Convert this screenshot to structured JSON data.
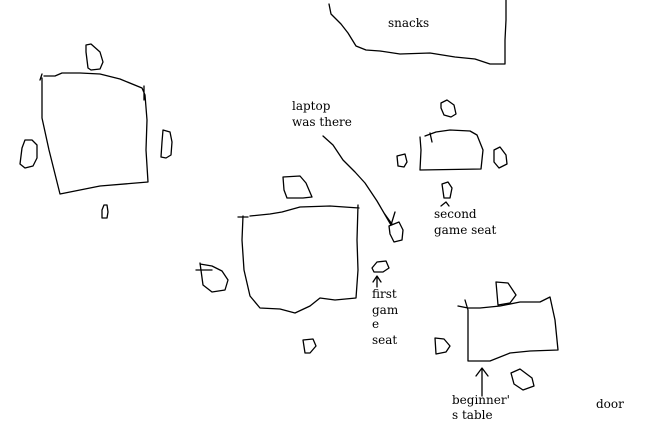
{
  "labels": {
    "snacks": "snacks",
    "laptop": [
      "laptop",
      "was there"
    ],
    "second_game_seat": [
      "second",
      "game seat"
    ],
    "first_game_seat": [
      "first",
      "gam",
      "e",
      "seat"
    ],
    "beginners_table": [
      "beginner'",
      "s table"
    ],
    "door": "door"
  }
}
